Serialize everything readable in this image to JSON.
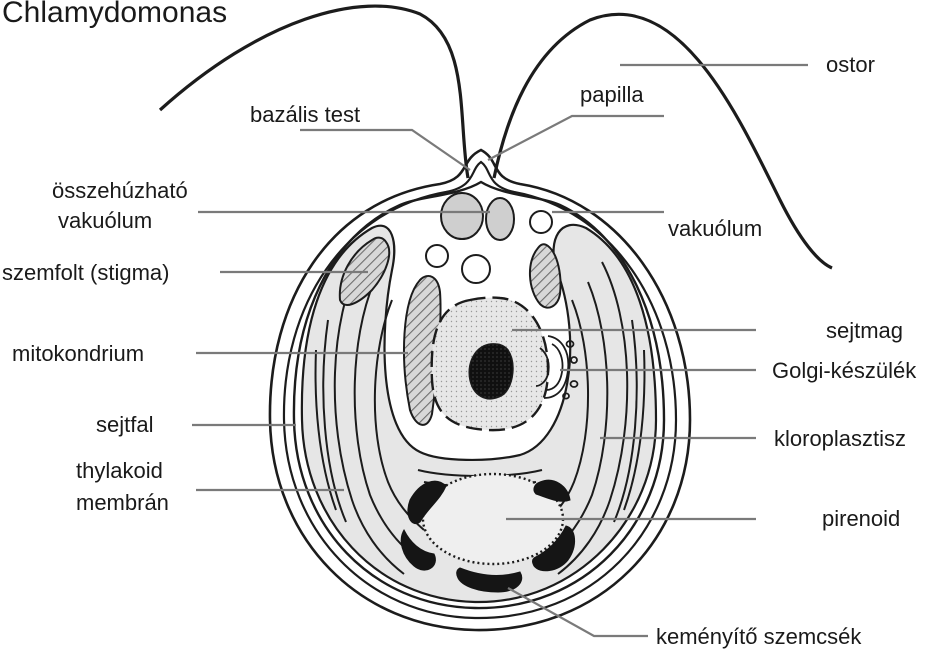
{
  "diagram": {
    "title": "Chlamydomonas",
    "labels": {
      "ostor": "ostor",
      "papilla": "papilla",
      "bazalis_test": "bazális test",
      "osszehuzhato_1": "összehúzható",
      "osszehuzhato_2": "vakuólum",
      "vakuolum": "vakuólum",
      "szemfolt": "szemfolt (stigma)",
      "sejtmag": "sejtmag",
      "mitokondrium": "mitokondrium",
      "golgi": "Golgi-készülék",
      "sejtfal": "sejtfal",
      "kloroplasztisz": "kloroplasztisz",
      "thylakoid_1": "thylakoid",
      "thylakoid_2": "membrán",
      "pirenoid": "pirenoid",
      "kemenyito": "keményítő szemcsék"
    }
  }
}
